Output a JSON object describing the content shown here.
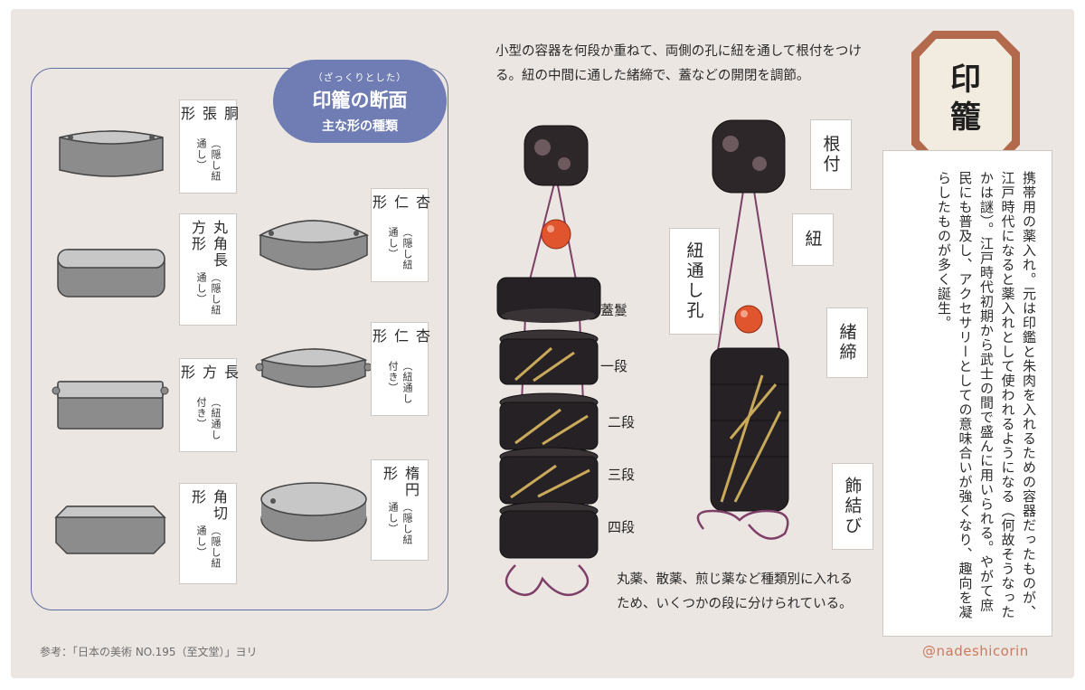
{
  "section": {
    "small": "（ざっくりとした）",
    "title": "印籠の断面",
    "subtitle": "主な形の種類"
  },
  "shapes": [
    {
      "name": "胴張形",
      "note": "（隠し紐通し）"
    },
    {
      "name": "丸角長方形",
      "note": "（隠し紐通し）"
    },
    {
      "name": "長方形",
      "note": "（紐通し付き）"
    },
    {
      "name": "角切形",
      "note": "（隠し紐通し）"
    },
    {
      "name": "杏仁形",
      "note": "（隠し紐通し）"
    },
    {
      "name": "杏仁形",
      "note": "（紐通し付き）"
    },
    {
      "name": "楕円形",
      "note": "（隠し紐通し）"
    }
  ],
  "intro": "小型の容器を何段か重ねて、両側の孔に紐を通して根付をつける。紐の中間に通した緒締で、蓋などの開閉を調節。",
  "parts": [
    "蓋鬘",
    "一段",
    "二段",
    "三段",
    "四段"
  ],
  "callouts": {
    "netsuke": "根付",
    "himo": "紐",
    "himotoshi": "紐通し孔",
    "ojime": "緒締",
    "kazari": "飾結び"
  },
  "bottom_note": "丸薬、散薬、煎じ薬など種類別に入れるため、いくつかの段に分けられている。",
  "title": {
    "c1": "印",
    "c2": "籠"
  },
  "description": "携帯用の薬入れ。元は印鑑と朱肉を入れるための容器だったものが、江戸時代になると薬入れとして使われるようになる（何故そうなったかは謎）。江戸時代初期から武士の間で盛んに用いられる。やがて庶民にも普及し、アクセサリーとしての意味合いが強くなり、趣向を凝らしたものが多く誕生。",
  "credit": "参考：「日本の美術 NO.195（至文堂）」ヨリ",
  "handle": "@nadeshicorin",
  "colors": {
    "badge": "#6f7db4",
    "frame": "#b36a4c",
    "bead": "#e0552e",
    "lacquer": "#2a2628",
    "cord": "#7d3f68"
  }
}
